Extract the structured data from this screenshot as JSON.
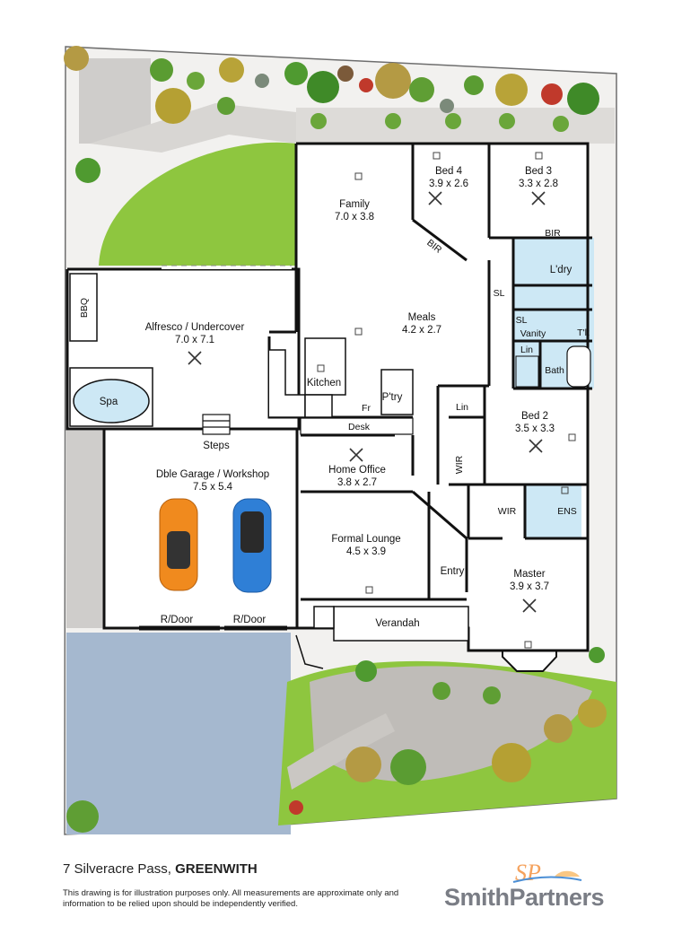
{
  "rooms": {
    "family": {
      "name": "Family",
      "size": "7.0 x 3.8"
    },
    "bed4": {
      "name": "Bed 4",
      "size": "3.9 x 2.6"
    },
    "bed3": {
      "name": "Bed 3",
      "size": "3.3 x 2.8"
    },
    "bir_bed4": {
      "name": "BIR"
    },
    "bir_bed3": {
      "name": "BIR"
    },
    "laundry": {
      "name": "L'dry"
    },
    "sl_1": {
      "name": "SL"
    },
    "sl_2": {
      "name": "SL"
    },
    "vanity": {
      "name": "Vanity"
    },
    "toilet": {
      "name": "T'lt"
    },
    "linen_1": {
      "name": "Lin"
    },
    "bath": {
      "name": "Bath"
    },
    "bbq": {
      "name": "BBQ"
    },
    "alfresco": {
      "name": "Alfresco / Undercover",
      "size": "7.0 x 7.1"
    },
    "spa": {
      "name": "Spa"
    },
    "meals": {
      "name": "Meals",
      "size": "4.2 x 2.7"
    },
    "kitchen": {
      "name": "Kitchen"
    },
    "fridge": {
      "name": "Fr"
    },
    "pantry": {
      "name": "P'try"
    },
    "desk": {
      "name": "Desk"
    },
    "linen_2": {
      "name": "Lin"
    },
    "bed2": {
      "name": "Bed 2",
      "size": "3.5 x 3.3"
    },
    "steps": {
      "name": "Steps"
    },
    "garage": {
      "name": "Dble Garage / Workshop",
      "size": "7.5 x 5.4"
    },
    "home_office": {
      "name": "Home Office",
      "size": "3.8 x 2.7"
    },
    "wir_bed2": {
      "name": "WIR"
    },
    "wir_master": {
      "name": "WIR"
    },
    "ensuite": {
      "name": "ENS"
    },
    "formal_lounge": {
      "name": "Formal Lounge",
      "size": "4.5 x 3.9"
    },
    "entry": {
      "name": "Entry"
    },
    "master": {
      "name": "Master",
      "size": "3.9 x 3.7"
    },
    "roller_door_1": {
      "name": "R/Door"
    },
    "roller_door_2": {
      "name": "R/Door"
    },
    "verandah": {
      "name": "Verandah"
    }
  },
  "footer": {
    "address_street": "7 Silveracre Pass,",
    "address_suburb": "GREENWITH",
    "disclaimer": "This drawing is for illustration purposes only.  All measurements are approximate only and information to be relied upon should be independently verified."
  },
  "brand": {
    "name": "SmithPartners",
    "monogram": "SP",
    "colors": {
      "lawn": "#8ec63f",
      "paving": "#c9c7c5",
      "pool_area": "#a5b8cf",
      "wet_areas": "#cde8f5",
      "walls": "#111111",
      "logo_orange": "#f5a25d",
      "logo_blue": "#4b8fd6",
      "logo_grey": "#7a7d85",
      "car_orange": "#f08a1e",
      "car_blue": "#2f7fd6"
    }
  }
}
